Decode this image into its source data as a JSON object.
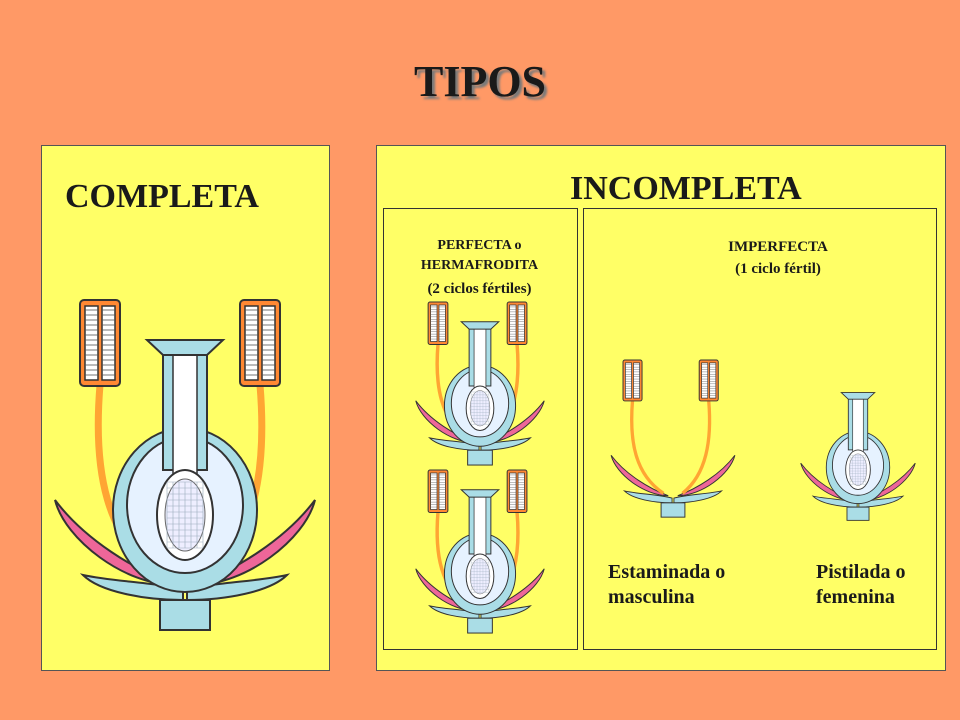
{
  "title": "TIPOS",
  "completa": {
    "heading": "COMPLETA"
  },
  "incompleta": {
    "heading": "INCOMPLETA",
    "perfecta": {
      "line1": "PERFECTA o",
      "line2": "HERMAFRODITA",
      "line3": "(2 ciclos fértiles)"
    },
    "imperfecta": {
      "line1": "IMPERFECTA",
      "line2": "(1 ciclo fértil)",
      "estaminada": {
        "line1": "Estaminada o",
        "line2": "masculina"
      },
      "pistilada": {
        "line1": "Pistilada o",
        "line2": "femenina"
      }
    }
  },
  "colors": {
    "background": "#FF9966",
    "panel": "#FFFF66",
    "petal": "#EE6699",
    "sepal": "#AADDE6",
    "filament": "#FFA533",
    "anther": "#FF8833",
    "pistil": "#E6F2FF"
  }
}
